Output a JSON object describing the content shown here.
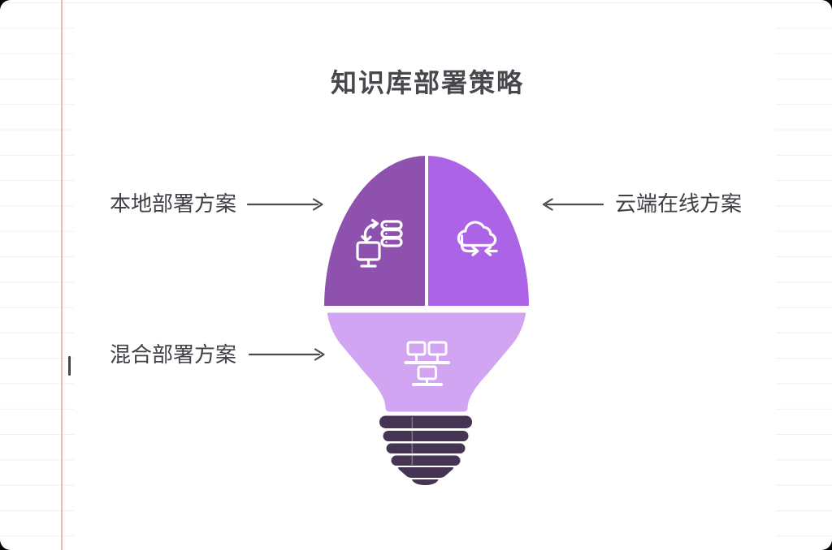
{
  "diagram": {
    "title": "知识库部署策略",
    "title_color": "#47474d",
    "label_color": "#3f3f46",
    "arrow_color": "#4a4a50",
    "base_color": "#453452",
    "divider_color": "#ffffff",
    "segments": [
      {
        "id": "local",
        "label": "本地部署方案",
        "color": "#8e51ae",
        "icon": "monitor-server-sync-icon",
        "position": "top-left"
      },
      {
        "id": "cloud",
        "label": "云端在线方案",
        "color": "#ad63e6",
        "icon": "cloud-sync-icon",
        "position": "top-right"
      },
      {
        "id": "hybrid",
        "label": "混合部署方案",
        "color": "#d2a5f2",
        "icon": "computer-network-icon",
        "position": "bottom"
      }
    ]
  },
  "canvas": {
    "ruled_line_color": "#f1eeef",
    "margin_line_color": "#ecb9b9"
  }
}
